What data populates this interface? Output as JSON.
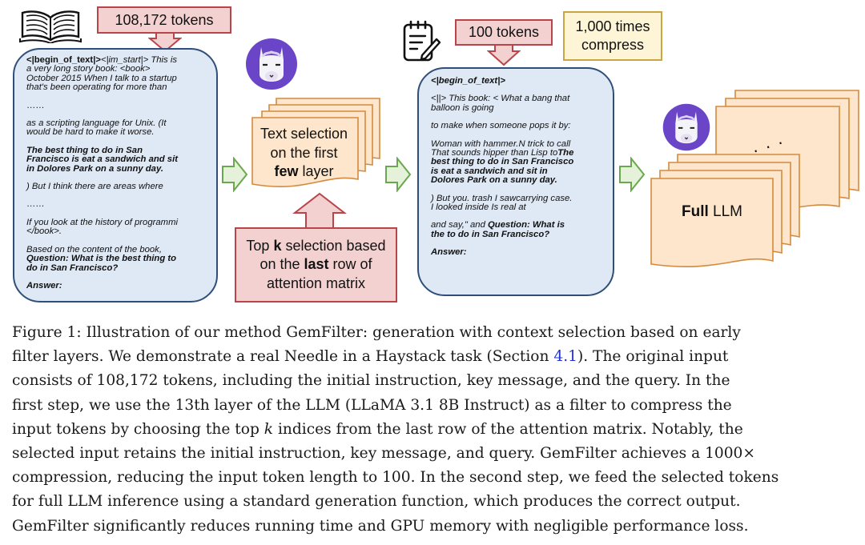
{
  "left_doc": {
    "token_label": "108,172 tokens",
    "lines": [
      [
        {
          "t": "<|begin_of_text|>",
          "s": "b"
        },
        {
          "t": "<|im_start|> This is",
          "s": "it"
        }
      ],
      [
        {
          "t": "a very long story book: <book>",
          "s": "it"
        }
      ],
      [
        {
          "t": "October 2015 When I talk to a startup",
          "s": "it"
        }
      ],
      [
        {
          "t": "that's been operating for more than",
          "s": "it"
        }
      ],
      [],
      [
        {
          "t": "……",
          "s": ""
        }
      ],
      [],
      [
        {
          "t": "as a scripting language for Unix. (It",
          "s": "it"
        }
      ],
      [
        {
          "t": "would be hard to make it worse.",
          "s": "it"
        }
      ],
      [],
      [
        {
          "t": "The best thing to do in San",
          "s": "bi"
        }
      ],
      [
        {
          "t": "Francisco is eat a sandwich and sit",
          "s": "bi"
        }
      ],
      [
        {
          "t": "in Dolores Park on a sunny day.",
          "s": "bi"
        }
      ],
      [],
      [
        {
          "t": ") But I think there are areas where",
          "s": "it"
        }
      ],
      [],
      [
        {
          "t": "……",
          "s": ""
        }
      ],
      [],
      [
        {
          "t": "If you look at the history of programmi",
          "s": "it"
        }
      ],
      [
        {
          "t": "</book>.",
          "s": "it"
        }
      ],
      [],
      [
        {
          "t": "Based on the content of the book,",
          "s": "it"
        }
      ],
      [
        {
          "t": "Question: What is the best thing to",
          "s": "bi"
        }
      ],
      [
        {
          "t": "do in San Francisco?",
          "s": "bi"
        }
      ],
      [],
      [
        {
          "t": "Answer:",
          "s": "bi"
        }
      ]
    ]
  },
  "filter_box": {
    "line1": "Text selection",
    "line2": "on the first",
    "line3_bold": "few",
    "line3_rest": " layer"
  },
  "topk_box": {
    "line1_pre": "Top ",
    "line1_bold": "k",
    "line1_post": " selection based",
    "line2_pre": "on the ",
    "line2_bold": "last",
    "line2_post": " row of",
    "line3": "attention matrix"
  },
  "right_doc": {
    "token_label": "100 tokens",
    "compress_label_line1": "1,000 times",
    "compress_label_line2": "compress",
    "lines": [
      [
        {
          "t": "<|begin_of_text|>",
          "s": "bi"
        }
      ],
      [],
      [
        {
          "t": "<||> This book: < What a bang that",
          "s": "it"
        }
      ],
      [
        {
          "t": "balloon is going",
          "s": "it"
        }
      ],
      [],
      [
        {
          "t": "to make when someone pops it by:",
          "s": "it"
        }
      ],
      [],
      [
        {
          "t": "Woman with hammer.N trick to call",
          "s": "it"
        }
      ],
      [
        {
          "t": "That sounds hipper than Lisp to",
          "s": "it"
        },
        {
          "t": "The",
          "s": "bi"
        }
      ],
      [
        {
          "t": "best thing to do in San Francisco",
          "s": "bi"
        }
      ],
      [
        {
          "t": "is eat a sandwich and sit in",
          "s": "bi"
        }
      ],
      [
        {
          "t": "Dolores Park on a sunny day.",
          "s": "bi"
        }
      ],
      [],
      [
        {
          "t": ") But you. trash I sawcarrying case.",
          "s": "it"
        }
      ],
      [
        {
          "t": "I looked inside Is real at",
          "s": "it"
        }
      ],
      [],
      [
        {
          "t": "and say,\" and ",
          "s": "it"
        },
        {
          "t": "Question: What is",
          "s": "bi"
        }
      ],
      [
        {
          "t": "the to do in San Francisco?",
          "s": "bi"
        }
      ],
      [],
      [
        {
          "t": "Answer:",
          "s": "bi"
        }
      ]
    ]
  },
  "full_llm": {
    "bold": "Full",
    "rest": " LLM",
    "dots": ". . ."
  },
  "caption": {
    "lines": [
      [
        {
          "t": "Figure 1: Illustration of our method GemFilter: generation with context selection based on early"
        }
      ],
      [
        {
          "t": "filter layers. We demonstrate a real Needle in a Haystack task (Section "
        },
        {
          "t": "4.1",
          "ref": true
        },
        {
          "t": "). The original input"
        }
      ],
      [
        {
          "t": "consists of 108,172 tokens, including the initial instruction, key message, and the query. In the"
        }
      ],
      [
        {
          "t": "first step, we use the 13th layer of the LLM (LLaMA 3.1 8B Instruct) as a filter to compress the"
        }
      ],
      [
        {
          "t": "input tokens by choosing the top "
        },
        {
          "t": "k",
          "it": true
        },
        {
          "t": " indices from the last row of the attention matrix. Notably, the"
        }
      ],
      [
        {
          "t": "selected input retains the initial instruction, key message, and query. GemFilter achieves a 1000×"
        }
      ],
      [
        {
          "t": "compression, reducing the input token length to 100. In the second step, we feed the selected tokens"
        }
      ],
      [
        {
          "t": "for full LLM inference using a standard generation function, which produces the correct output."
        }
      ],
      [
        {
          "t": "GemFilter significantly reduces running time and GPU memory with negligible performance loss."
        }
      ]
    ]
  }
}
